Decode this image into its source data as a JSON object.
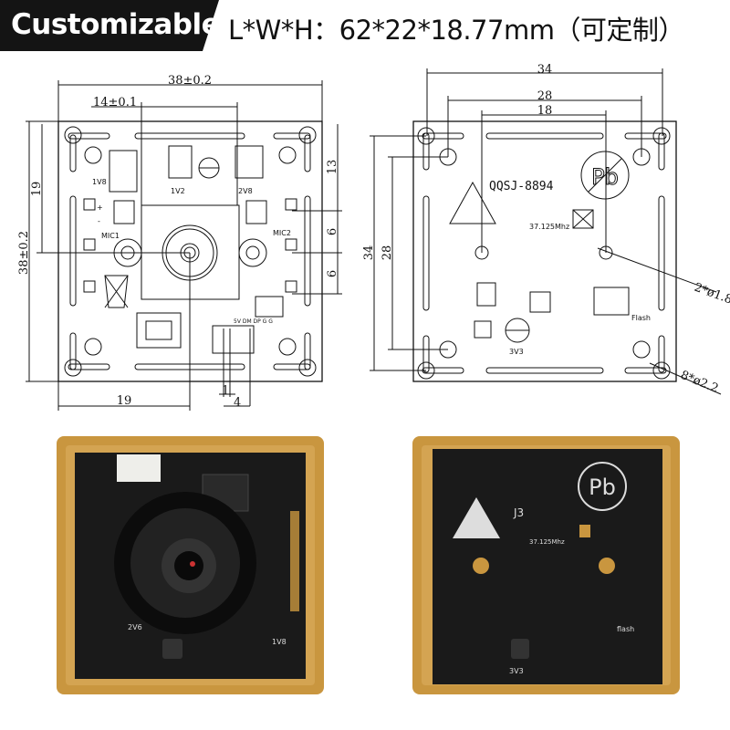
{
  "header": {
    "title": "Customizable",
    "spec": "L*W*H：62*22*18.77mm（可定制）"
  },
  "front_drawing": {
    "dim_width": "38±0.2",
    "dim_lens_offset": "14±0.1",
    "dim_height": "38±0.2",
    "dim_center_v": "19",
    "dim_center_h": "19",
    "dim_right_13": "13",
    "dim_right_6a": "6",
    "dim_right_6b": "6",
    "dim_pin_1": "1",
    "dim_pin_4": "4",
    "labels": {
      "v18": "1V8",
      "v12": "1V2",
      "v28": "2V8",
      "mic1": "MIC1",
      "mic2": "MIC2",
      "pins": "5V DM DP G G",
      "plus": "+",
      "minus": "-"
    }
  },
  "back_drawing": {
    "dim_34_top": "34",
    "dim_28_top": "28",
    "dim_18_top": "18",
    "dim_34_left": "34",
    "dim_28_left": "28",
    "model": "QQSJ-8894",
    "crystal": "37.125Mhz",
    "hole_small": "2*ø1.8",
    "hole_large": "8*ø2.2",
    "flash": "Flash",
    "v33": "3V3",
    "pb": "Pb"
  },
  "front_photo": {
    "v26": "2V6",
    "v18": "1V8"
  },
  "back_photo": {
    "j3": "J3",
    "crystal": "37.125Mhz",
    "flash": "flash",
    "v33": "3V3",
    "pb": "Pb"
  },
  "colors": {
    "header_bg": "#141414",
    "pcb": "#1a1a1a",
    "gold": "#c9963f"
  }
}
